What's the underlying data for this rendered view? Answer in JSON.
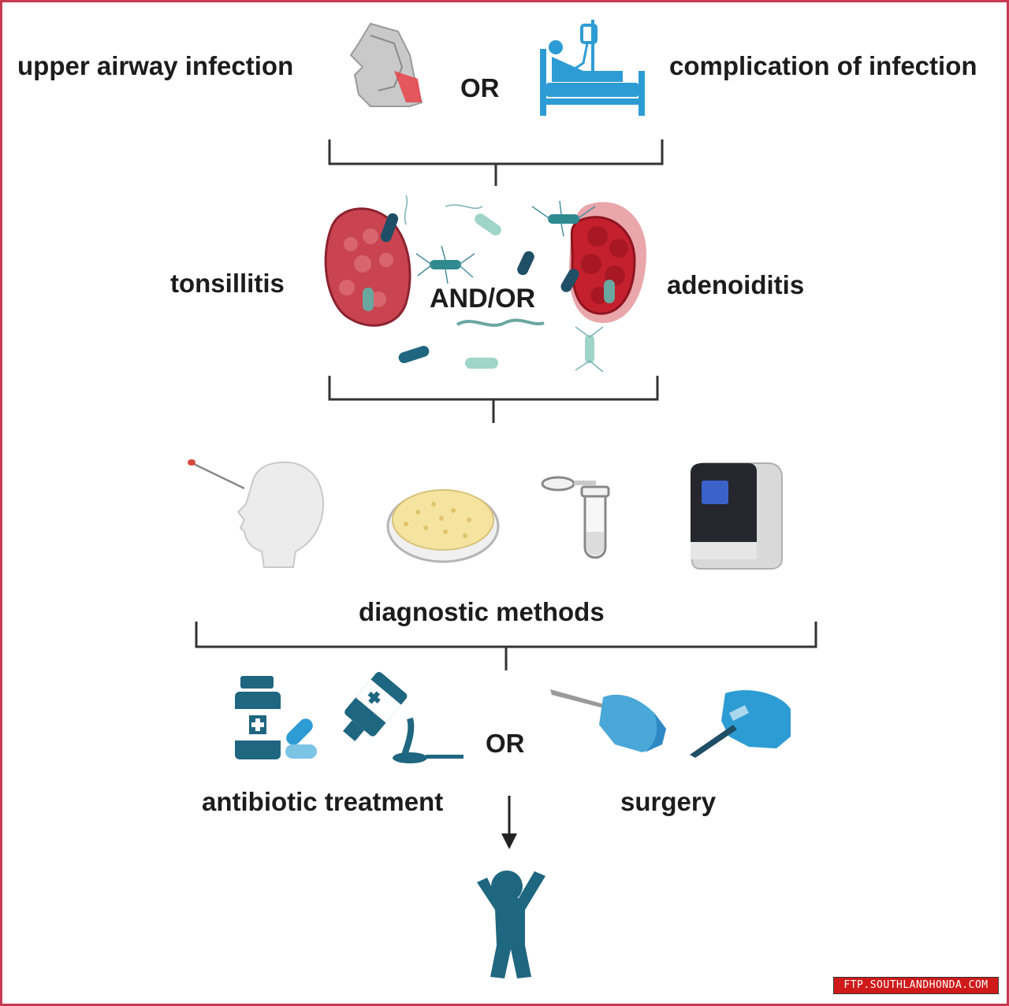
{
  "top": {
    "left_label": "upper airway infection",
    "or_label": "OR",
    "right_label": "complication of infection"
  },
  "middle": {
    "left_label": "tonsillitis",
    "center_label": "AND/OR",
    "right_label": "adenoiditis"
  },
  "diagnostics": {
    "label": "diagnostic methods",
    "icons": [
      "nasal-swab-icon",
      "petri-dish-icon",
      "test-tube-icon",
      "pcr-machine-icon"
    ]
  },
  "treatment": {
    "left_label": "antibiotic treatment",
    "or_label": "OR",
    "right_label": "surgery"
  },
  "outcome": {
    "icon": "healthy-child-icon"
  },
  "watermark": {
    "text": "FTP.SOUTHLANDHONDA.COM"
  },
  "colors": {
    "frame": "#c63a54",
    "primary": "#1f6680",
    "accent": "#2e9cd4",
    "tissue": "#c94450"
  }
}
